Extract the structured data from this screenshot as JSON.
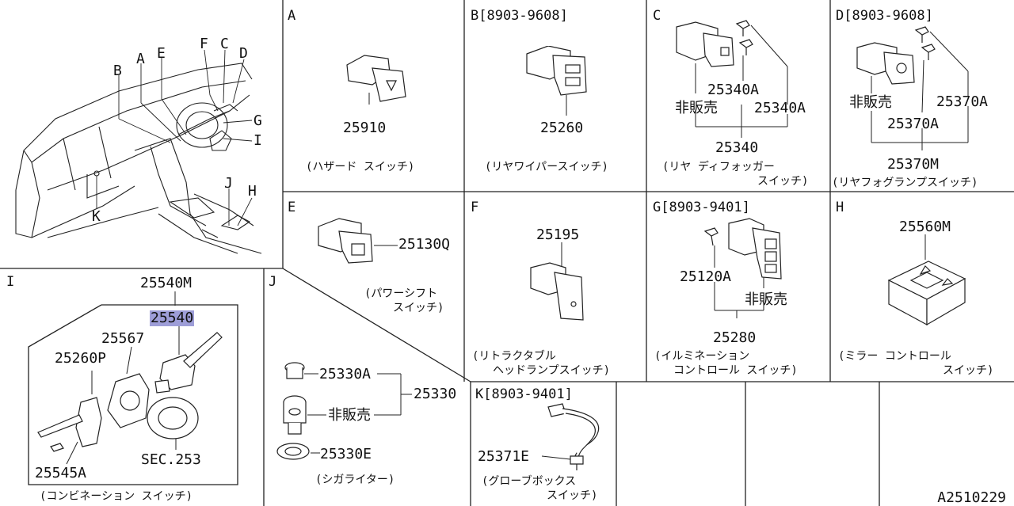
{
  "panels": {
    "A": {
      "header": "A",
      "part": "25910",
      "caption": "(ハザード スイッチ)"
    },
    "B": {
      "header": "B[8903-9608]",
      "part": "25260",
      "caption": "(リヤワイパースイッチ)"
    },
    "C": {
      "header": "C",
      "part_a1": "25340A",
      "part_a2": "25340A",
      "hanbai": "非販売",
      "part": "25340",
      "caption1": "(リヤ ディフォッガー",
      "caption2": "スイッチ)"
    },
    "D": {
      "header": "D[8903-9608]",
      "part_a1": "25370A",
      "part_a2": "25370A",
      "hanbai": "非販売",
      "part": "25370M",
      "caption": "(リヤフォグランプスイッチ)"
    },
    "E": {
      "header": "E",
      "part": "25130Q",
      "caption1": "(パワーシフト",
      "caption2": "スイッチ)"
    },
    "F": {
      "header": "F",
      "part": "25195",
      "caption1": "(リトラクタブル",
      "caption2": "ヘッドランプスイッチ)"
    },
    "G": {
      "header": "G[8903-9401]",
      "part_a": "25120A",
      "hanbai": "非販売",
      "part": "25280",
      "caption1": "(イルミネーション",
      "caption2": "コントロール スイッチ)"
    },
    "H": {
      "header": "H",
      "part": "25560M",
      "caption1": "(ミラー コントロール",
      "caption2": "スイッチ)"
    },
    "I": {
      "header": "I",
      "part_m": "25540M",
      "part_main": "25540",
      "part_567": "25567",
      "part_260p": "25260P",
      "part_545a": "25545A",
      "sec": "SEC.253",
      "caption": "(コンビネーション スイッチ)"
    },
    "J": {
      "header": "J",
      "part_a": "25330A",
      "part": "25330",
      "hanbai": "非販売",
      "part_e": "25330E",
      "caption": "(シガライター)"
    },
    "K": {
      "header": "K[8903-9401]",
      "part": "25371E",
      "caption1": "(グローブボックス",
      "caption2": "スイッチ)"
    }
  },
  "overview_labels": {
    "A": "A",
    "B": "B",
    "C": "C",
    "D": "D",
    "E": "E",
    "F": "F",
    "G": "G",
    "H": "H",
    "I": "I",
    "J": "J",
    "K": "K"
  },
  "stamp": "A2510229"
}
